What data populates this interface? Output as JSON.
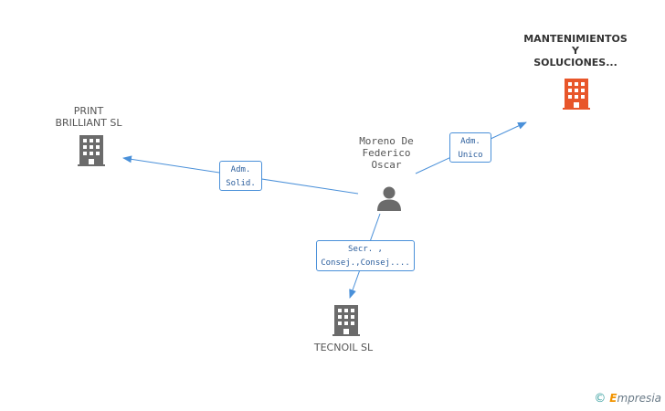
{
  "center": {
    "name": "Moreno De\nFederico\nOscar",
    "icon": "person-icon"
  },
  "companies": [
    {
      "name": "MANTENIMIENTOS\nY\nSOLUCIONES...",
      "icon": "building-icon",
      "color": "#e8562a",
      "highlight": true
    },
    {
      "name": "PRINT\nBRILLIANT SL",
      "icon": "building-icon",
      "color": "#6b6b6b"
    },
    {
      "name": "TECNOIL SL",
      "icon": "building-icon",
      "color": "#6b6b6b"
    }
  ],
  "relations": [
    {
      "label": "Adm.\nUnico"
    },
    {
      "label": "Adm.\nSolid."
    },
    {
      "label": "Secr. ,\nConsej.,Consej...."
    }
  ],
  "footer": {
    "copyright": "©",
    "brand_initial": "E",
    "brand_rest": "mpresia"
  },
  "colors": {
    "edge": "#4a90d9",
    "person": "#6b6b6b"
  }
}
